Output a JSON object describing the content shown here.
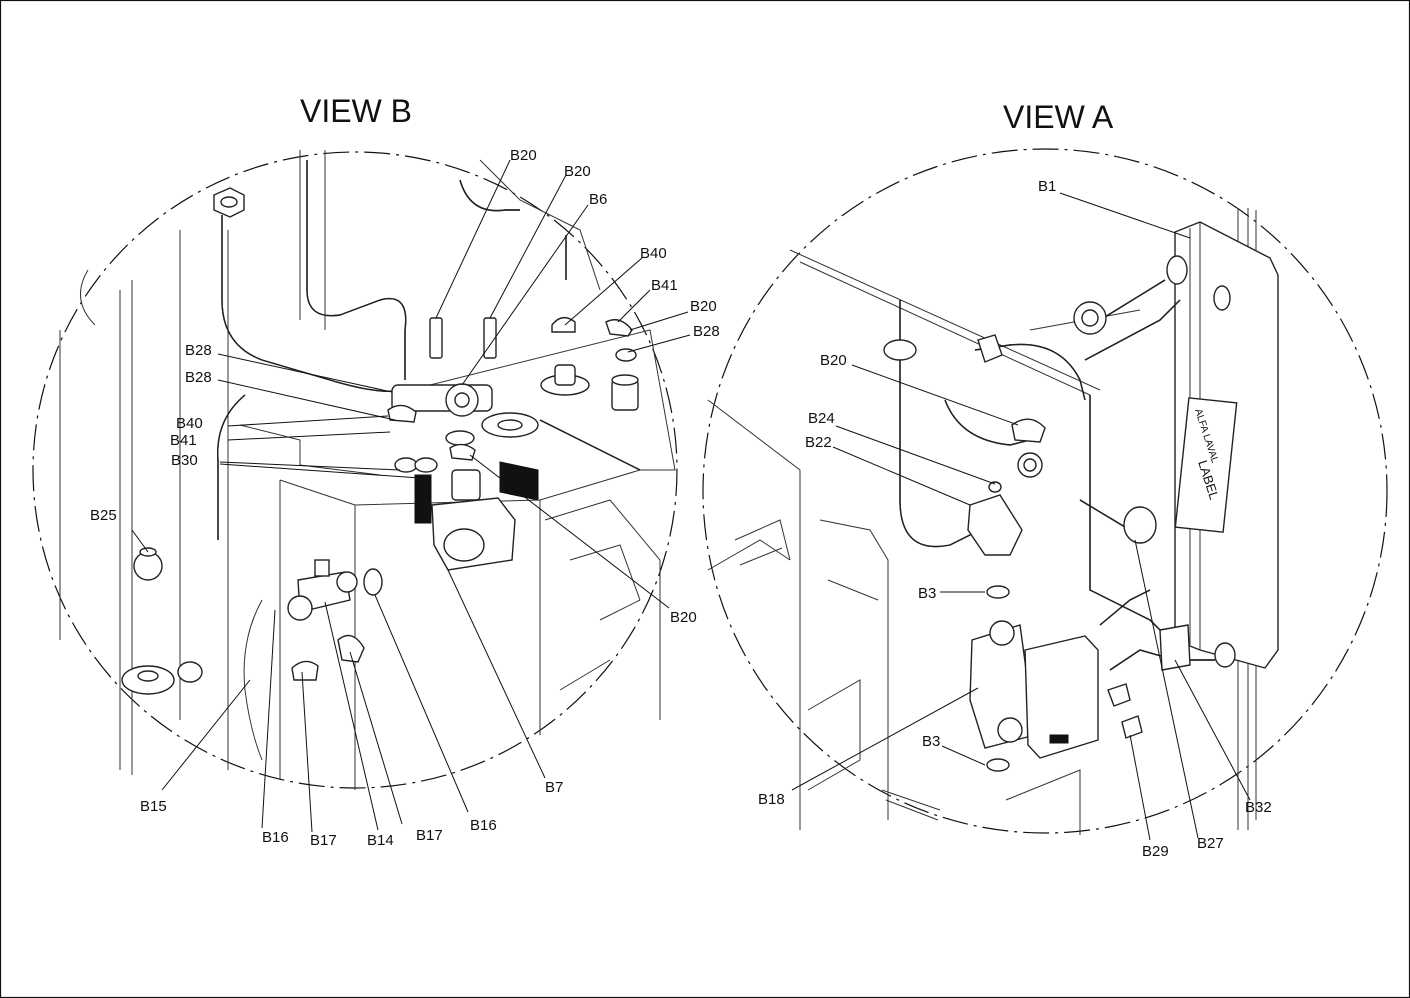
{
  "views": [
    {
      "id": "view-b",
      "title": "VIEW B"
    },
    {
      "id": "view-a",
      "title": "VIEW A"
    }
  ],
  "view_b_labels": [
    "B20",
    "B20",
    "B6",
    "B40",
    "B41",
    "B20",
    "B28",
    "B28",
    "B28",
    "B40",
    "B41",
    "B30",
    "B25",
    "B20",
    "B7",
    "B15",
    "B16",
    "B17",
    "B14",
    "B17",
    "B16"
  ],
  "view_a_labels": [
    "B1",
    "B20",
    "B24",
    "B22",
    "B3",
    "B3",
    "B18",
    "B29",
    "B27",
    "B32"
  ]
}
